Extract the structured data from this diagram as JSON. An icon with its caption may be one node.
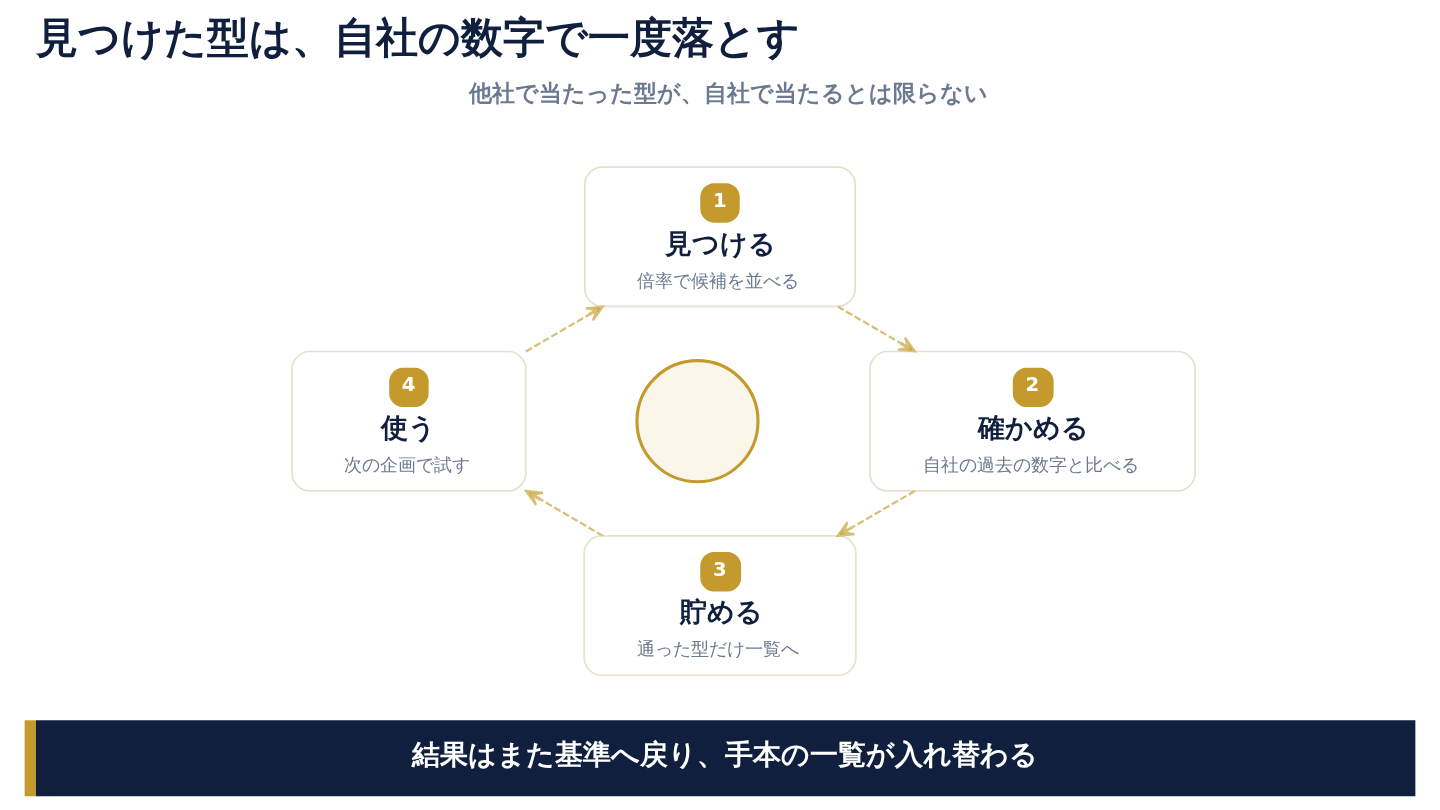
{
  "diagram": {
    "title": "見つけた型は、自社の数字で一度落とす",
    "nodes": [
      {
        "text": [
          "1",
          "見つける",
          "倍率で候補を並べる"
        ]
      },
      {
        "text": [
          "2",
          "確かめる",
          "自社の過去の数字と比べる"
        ]
      },
      {
        "text": [
          "3",
          "貯める",
          "通った型だけ一覧へ"
        ]
      },
      {
        "text": [
          "4",
          "使う",
          "次の企画で試す"
        ]
      },
      {
        "text": [],
        "shape": "circle"
      },
      {
        "text": [
          "結果はまた基準へ戻り、手本の一覧が入れ替わる"
        ]
      }
    ],
    "edges": [
      {
        "from": 0,
        "to": 1,
        "arrow": "to",
        "style": "dashed"
      },
      {
        "from": 1,
        "to": 2,
        "arrow": "to",
        "style": "dashed"
      },
      {
        "from": 2,
        "to": 3,
        "arrow": "to",
        "style": "dashed"
      },
      {
        "from": 3,
        "to": 0,
        "arrow": "to",
        "style": "dashed"
      }
    ],
    "labels": [
      "他社で当たった型が、自社で当たるとは限らない"
    ]
  }
}
